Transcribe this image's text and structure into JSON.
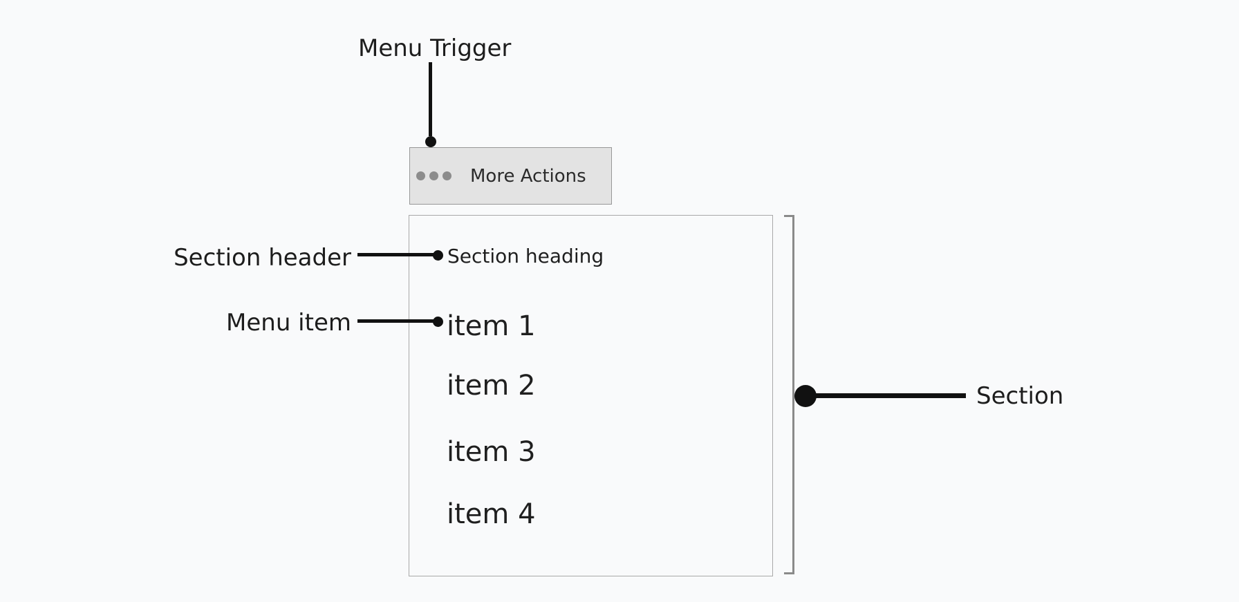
{
  "figure": {
    "type": "component-anatomy-diagram",
    "component": "Menu"
  },
  "annotations": {
    "menu_trigger": "Menu Trigger",
    "section_header": "Section header",
    "menu_item": "Menu item",
    "section": "Section"
  },
  "trigger_button": {
    "label": "More Actions",
    "icon": "ellipsis-icon"
  },
  "menu": {
    "section_heading": "Section heading",
    "items": [
      {
        "label": "item 1"
      },
      {
        "label": "item 2"
      },
      {
        "label": "item 3"
      },
      {
        "label": "item 4"
      }
    ]
  },
  "colors": {
    "page_background": "#f9fafb",
    "trigger_background": "#e3e3e3",
    "trigger_border": "#979797",
    "menu_border": "#a8a8a8",
    "annotation_line": "#111111",
    "bracket": "#8a8a8a",
    "text_dark": "#1d1d1d",
    "ellipsis_dots": "#8c8c8c"
  }
}
